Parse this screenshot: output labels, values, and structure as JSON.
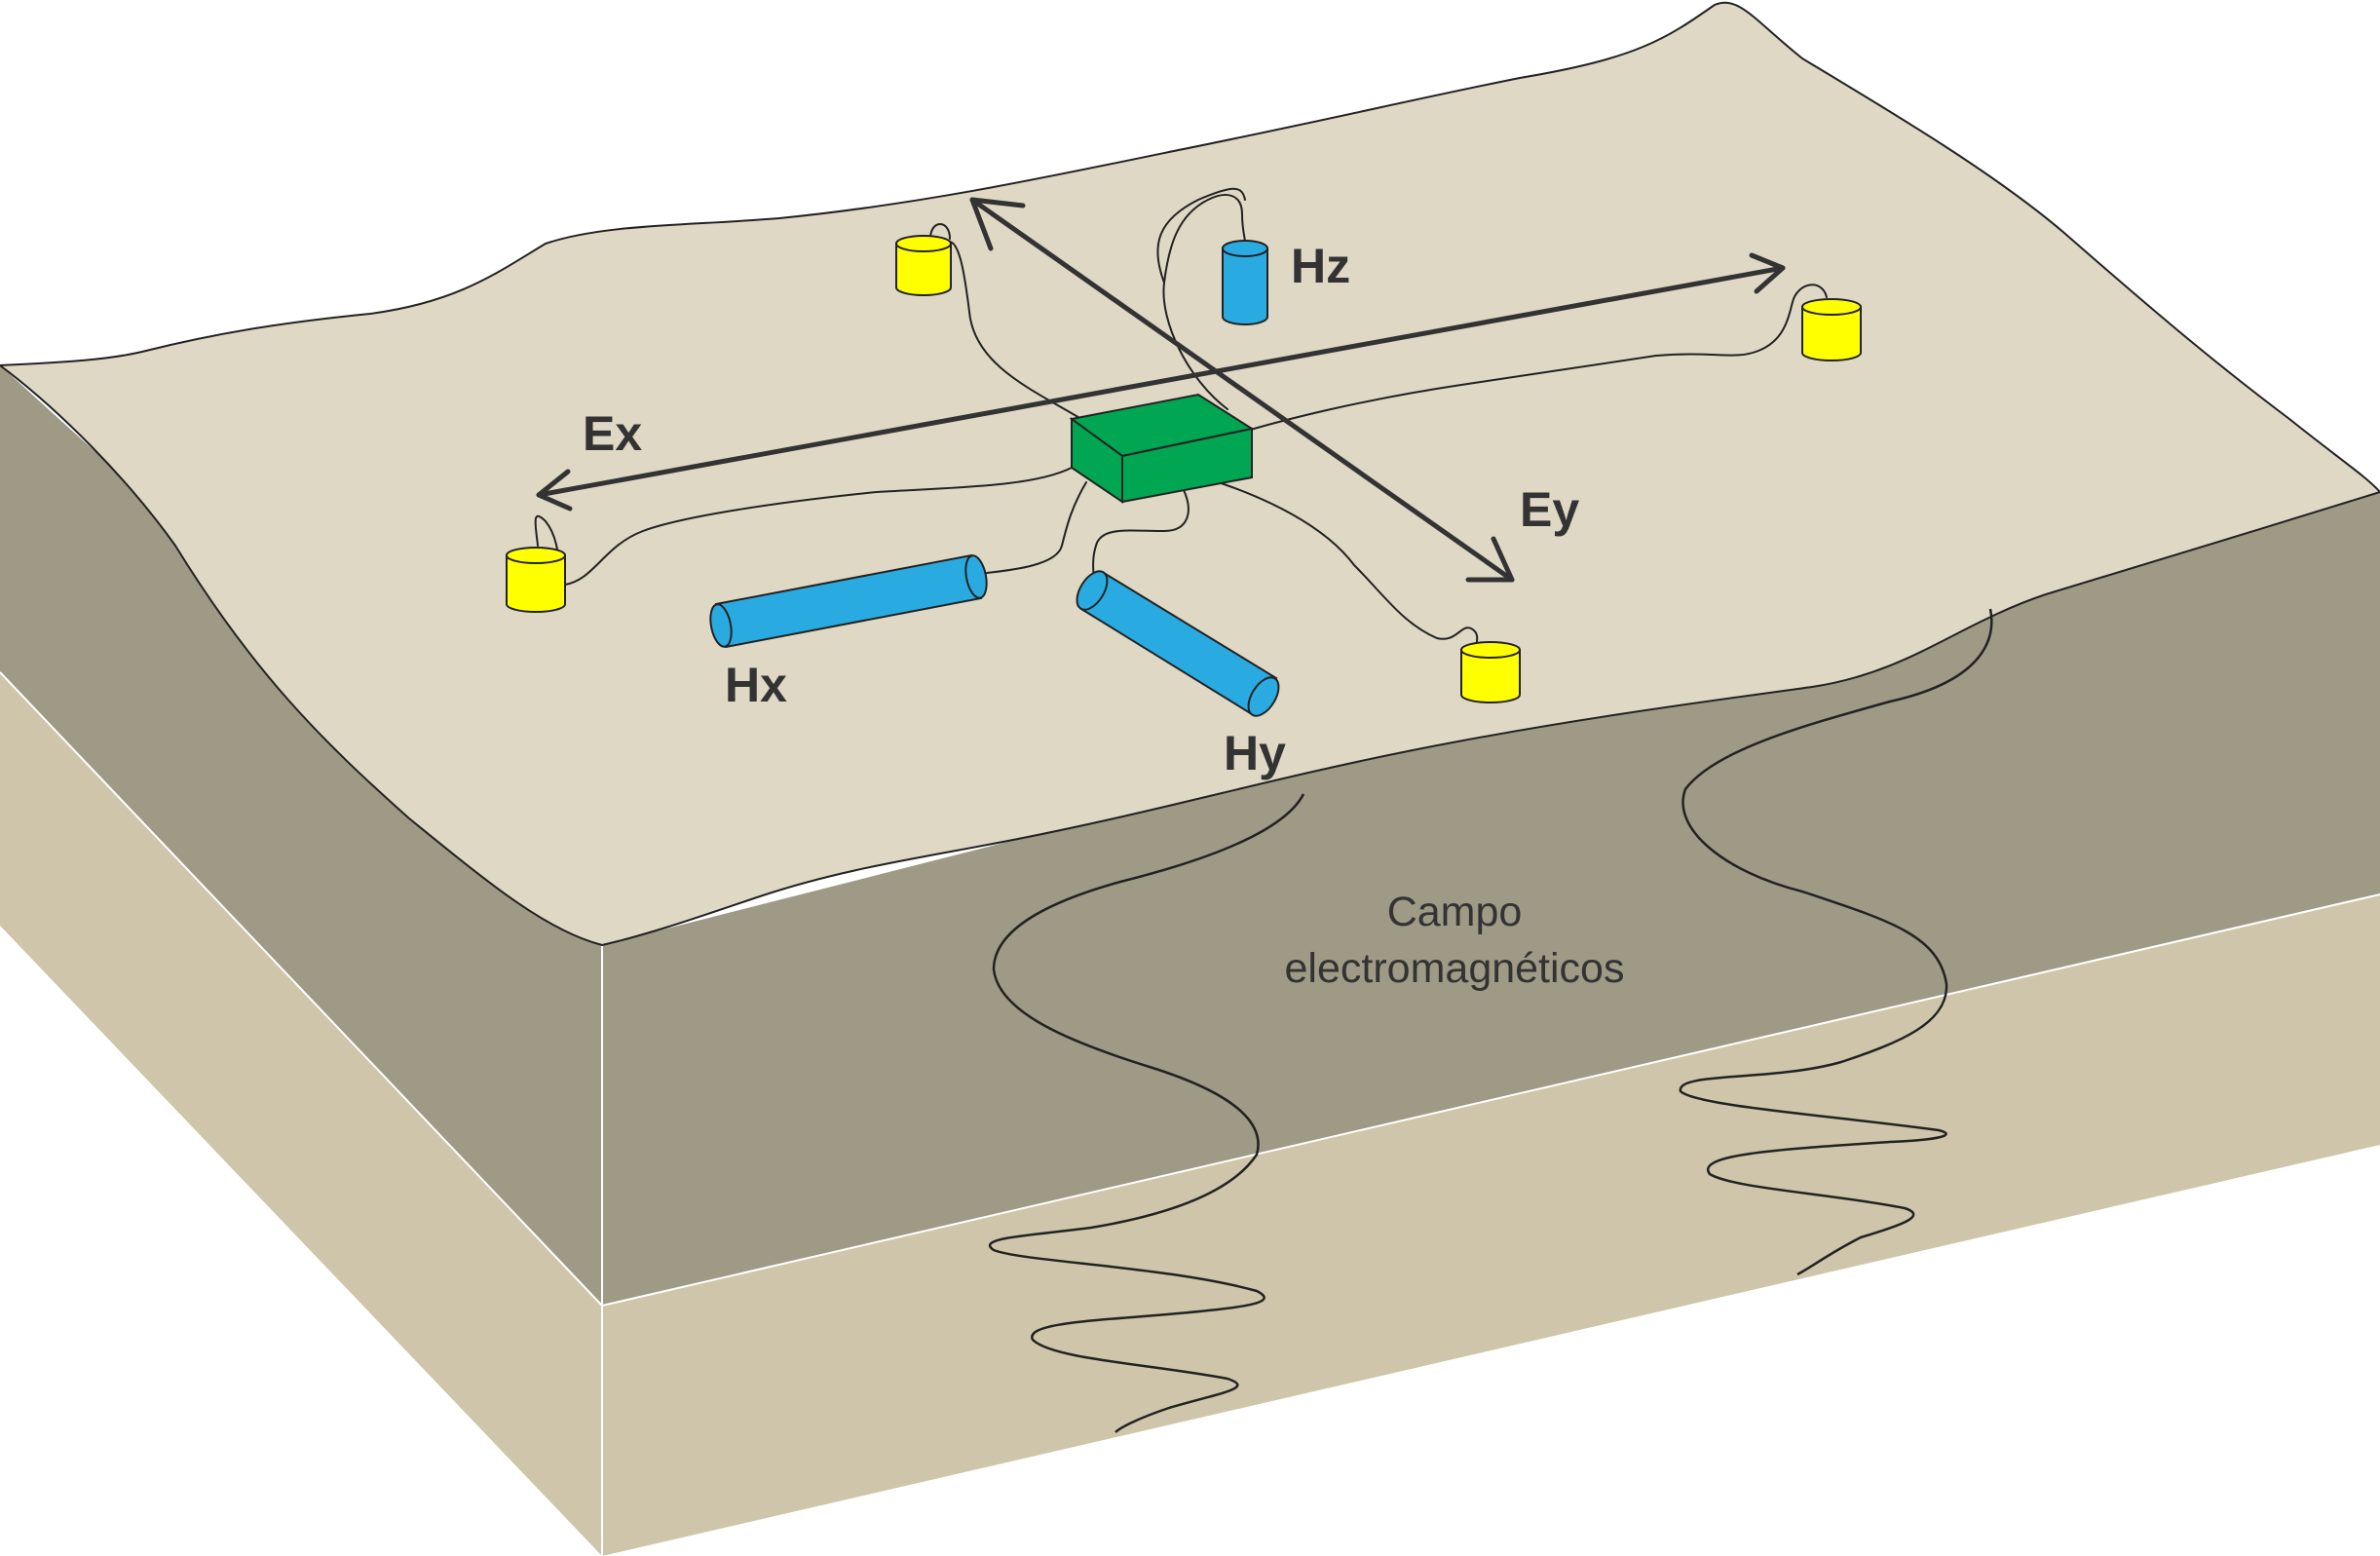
{
  "labels": {
    "ex": "Ex",
    "ey": "Ey",
    "hx": "Hx",
    "hy": "Hy",
    "hz": "Hz",
    "field_line1": "Campo",
    "field_line2": "electromagnéticos"
  },
  "colors": {
    "surface": "#dfd8c5",
    "layer_upper": "#9f9a86",
    "layer_lower": "#cec5aa",
    "magnetometer": "#29abe2",
    "recorder": "#00a651",
    "electrode": "#ffff00",
    "outline": "#222222",
    "arrow": "#333333"
  },
  "icons": {
    "recorder": "green-box-icon",
    "magnetometer": "blue-cylinder-icon",
    "electrode": "yellow-pot-icon"
  }
}
